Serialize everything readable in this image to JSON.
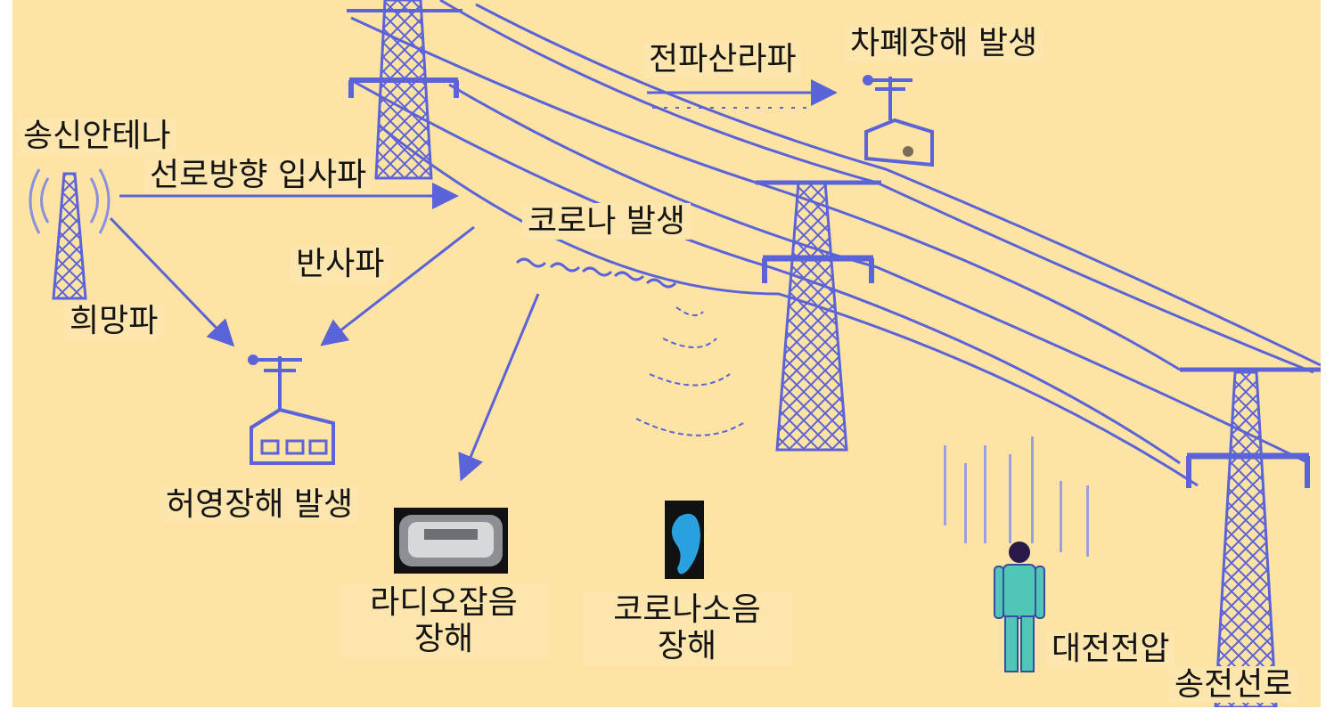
{
  "diagram": {
    "background_color": "#fde3a4",
    "line_color": "#5b63d8",
    "labels": {
      "transmit_antenna": "송신안테나",
      "incident_wave": "선로방향 입사파",
      "reflected_wave": "반사파",
      "desired_wave": "희망파",
      "ghost_interference": "허영장해 발생",
      "scattered_wave": "전파산라파",
      "shielding_interference": "차폐장해 발생",
      "corona": "코로나 발생",
      "radio_noise_line1": "라디오잡음",
      "radio_noise_line2": "장해",
      "corona_noise_line1": "코로나소음",
      "corona_noise_line2": "장해",
      "induced_voltage": "대전전압",
      "transmission_line": "송전선로"
    },
    "icons": [
      "broadcast-tower-icon",
      "transmission-tower-icon",
      "tv-antenna-icon",
      "house-icon",
      "radio-icon",
      "ear-icon",
      "person-icon"
    ]
  }
}
